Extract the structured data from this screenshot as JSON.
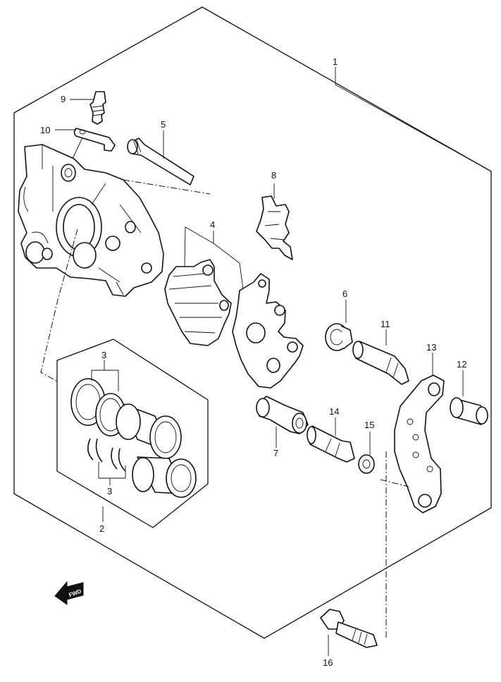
{
  "labels": {
    "l1": "1",
    "l2": "2",
    "l3a": "3",
    "l3b": "3",
    "l4": "4",
    "l5": "5",
    "l6": "6",
    "l7": "7",
    "l8": "8",
    "l9": "9",
    "l10": "10",
    "l11": "11",
    "l12": "12",
    "l13": "13",
    "l14": "14",
    "l15": "15",
    "l16": "16"
  },
  "arrow": {
    "text": "FWD"
  }
}
